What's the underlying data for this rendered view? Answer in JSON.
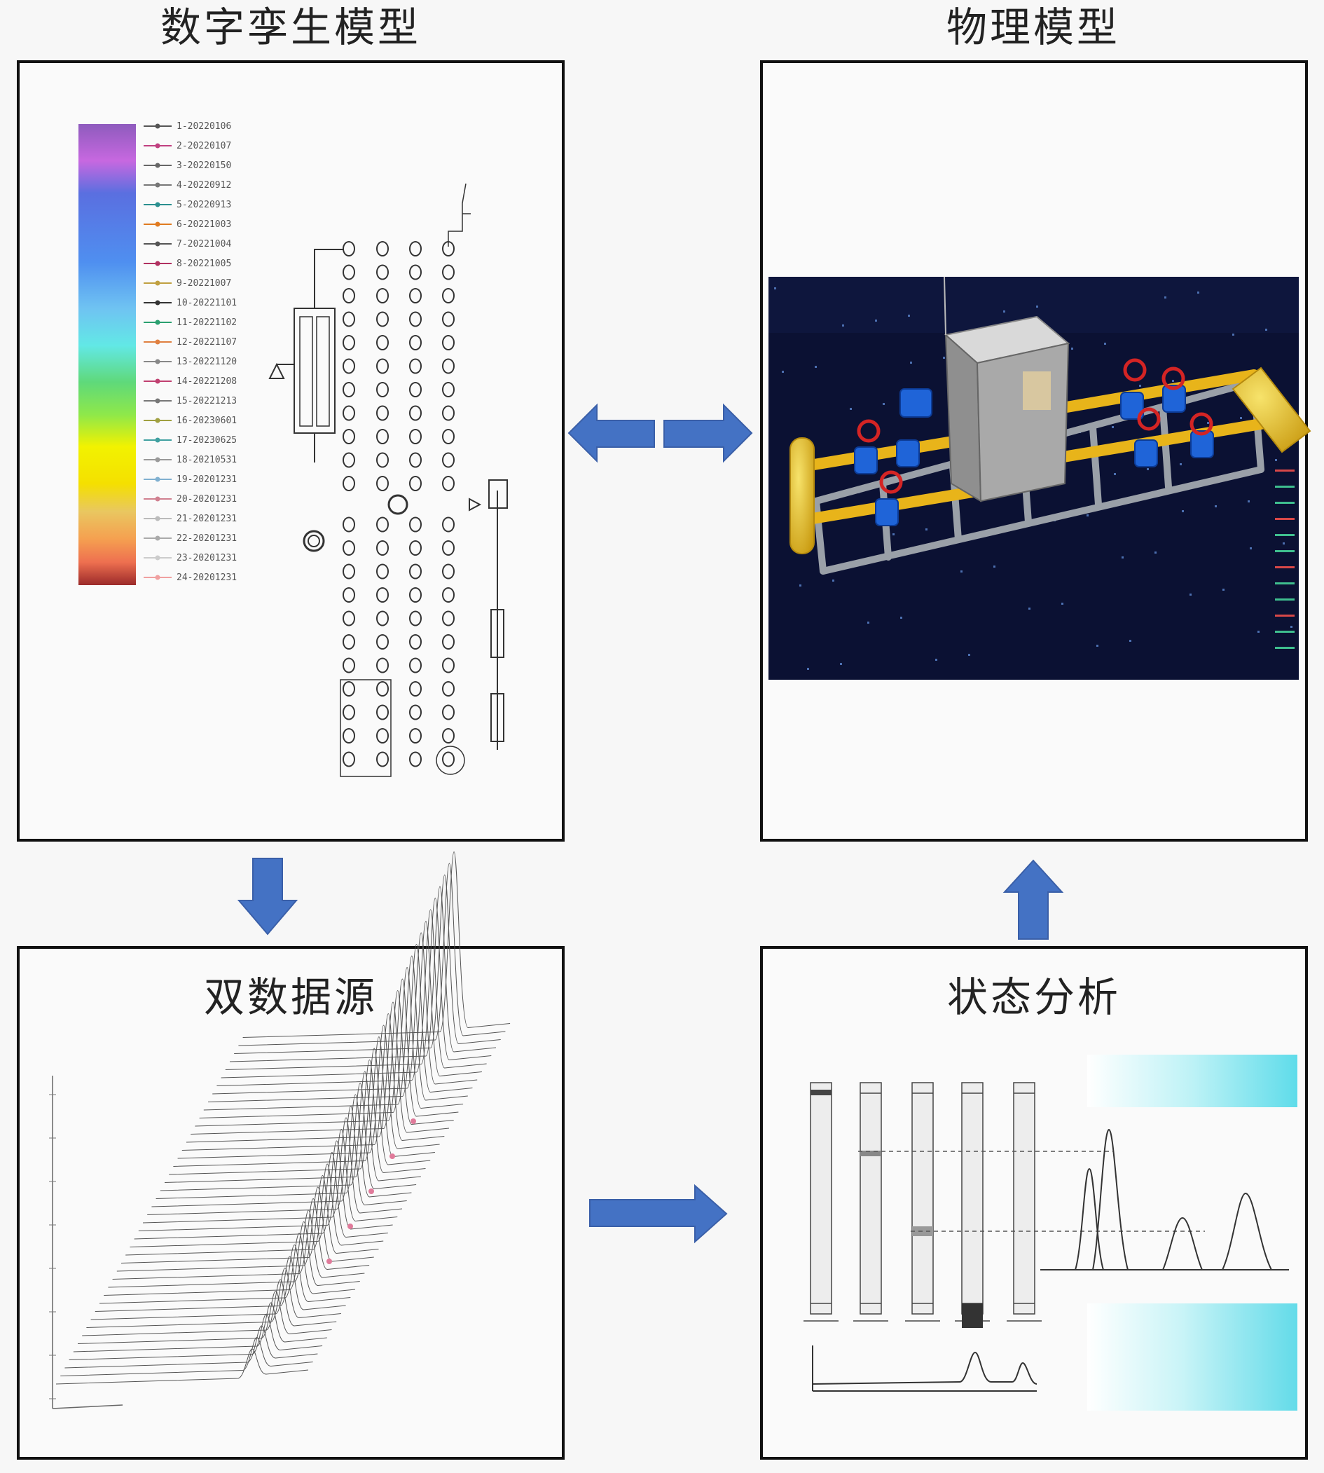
{
  "panels": {
    "digital_twin": {
      "title": "数字孪生模型"
    },
    "physical": {
      "title": "物理模型"
    },
    "dual_data": {
      "title": "双数据源"
    },
    "state_analysis": {
      "title": "状态分析"
    }
  },
  "legend_entries": [
    "1-20220106",
    "2-20220107",
    "3-20220150",
    "4-20220912",
    "5-20220913",
    "6-20221003",
    "7-20221004",
    "8-20221005",
    "9-20221007",
    "10-20221101",
    "11-20221102",
    "12-20221107",
    "13-20221120",
    "14-20221208",
    "15-20221213",
    "16-20230601",
    "17-20230625",
    "18-20210531",
    "19-20201231",
    "20-20201231",
    "21-20201231",
    "22-20201231",
    "23-20201231",
    "24-20201231"
  ],
  "colors": {
    "arrow": "#4472c4",
    "border": "#111111",
    "gradient": [
      "#8e5bbd",
      "#c768e0",
      "#5a6fe0",
      "#4f8ff0",
      "#6fc3f2",
      "#62e8e6",
      "#5fd97a",
      "#8ee84a",
      "#f2f200",
      "#f4e000",
      "#e9c760",
      "#f5a050",
      "#ee7050",
      "#d84848",
      "#9b2a2a"
    ]
  }
}
